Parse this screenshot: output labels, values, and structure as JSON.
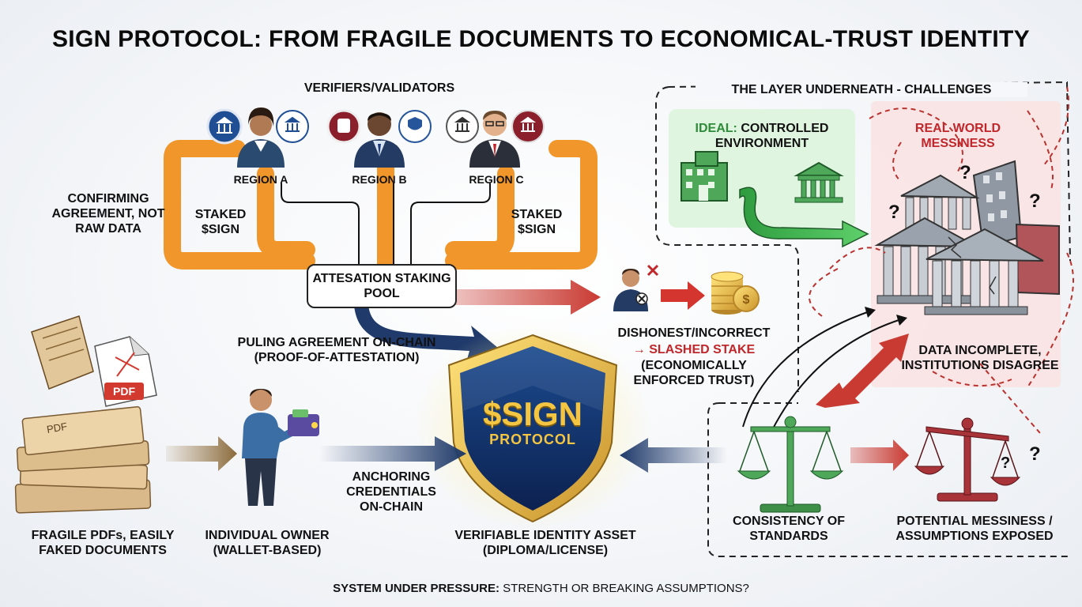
{
  "title": "SIGN PROTOCOL: FROM FRAGILE DOCUMENTS TO ECONOMICAL-TRUST IDENTITY",
  "verifiers": {
    "heading": "VERIFIERS/VALIDATORS",
    "regions": [
      "REGION A",
      "REGION B",
      "REGION C"
    ],
    "staked_left": "STAKED $SIGN",
    "staked_right": "STAKED $SIGN",
    "confirming": "CONFIRMING AGREEMENT, NOT RAW DATA"
  },
  "pool": {
    "label": "ATTESATION STAKING POOL"
  },
  "pulling": "PULING AGREEMENT ON-CHAIN (PROOF-OF-ATTESTATION)",
  "slash": {
    "line1": "DISHONEST/INCORRECT",
    "line2": "→ SLASHED STAKE",
    "line3": "(ECONOMICALLY ENFORCED TRUST)"
  },
  "documents": {
    "pdf_tag": "PDF",
    "paper_tag": "PDF",
    "caption": "FRAGILE PDFs, EASILY FAKED DOCUMENTS"
  },
  "owner": {
    "caption": "INDIVIDUAL OWNER (WALLET-BASED)"
  },
  "anchoring": "ANCHORING CREDENTIALS ON-CHAIN",
  "shield": {
    "line1": "$SIGN",
    "line2": "PROTOCOL",
    "caption": "VERIFIABLE IDENTITY ASSET (DIPLOMA/LICENSE)"
  },
  "challenges": {
    "heading": "THE LAYER UNDERNEATH - CHALLENGES",
    "ideal_prefix": "IDEAL:",
    "ideal_rest": "CONTROLLED ENVIRONMENT",
    "real_world": "REAL WORLD MESSINESS",
    "data_incomplete": "DATA INCOMPLETE, INSTITUTIONS DISAGREE",
    "consistency": "CONSISTENCY OF STANDARDS",
    "messiness": "POTENTIAL MESSINESS / ASSUMPTIONS EXPOSED"
  },
  "footer": {
    "bold": "SYSTEM UNDER PRESSURE:",
    "rest": "STRENGTH OR BREAKING ASSUMPTIONS?"
  },
  "colors": {
    "orange": "#f0962a",
    "navy": "#1f3a6b",
    "red_arrow": "#c93a32",
    "green_arrow": "#4dbb5a",
    "ideal_bg": "#dff5df",
    "real_bg": "#fbe3e3",
    "gold": "#f4c542"
  }
}
